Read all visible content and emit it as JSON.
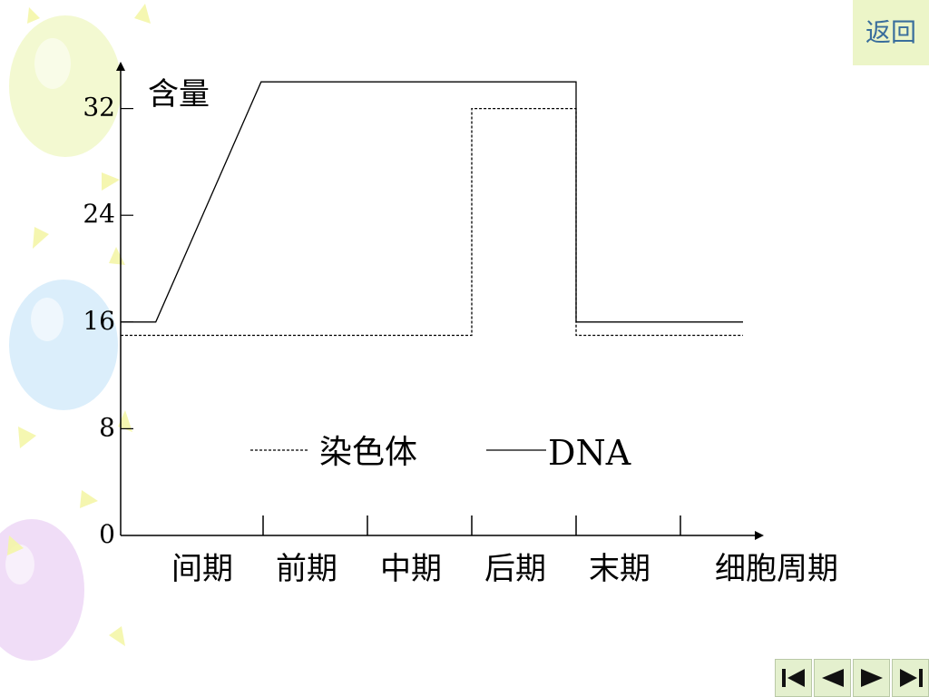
{
  "return_button": {
    "label": "返回"
  },
  "nav": {
    "items": [
      {
        "name": "first-slide",
        "icon": "first-slide-icon"
      },
      {
        "name": "previous-slide",
        "icon": "previous-slide-icon"
      },
      {
        "name": "next-slide",
        "icon": "next-slide-icon"
      },
      {
        "name": "last-slide",
        "icon": "last-slide-icon"
      }
    ]
  },
  "colors": {
    "return_bg": "#ecf5c8",
    "return_text": "#3a6e9c",
    "nav_bg": "#e4f0ce",
    "icon": "#111111"
  },
  "chart_data": {
    "type": "line",
    "ylabel": "含量",
    "xlabel": "细胞周期",
    "yticks": [
      0,
      8,
      16,
      24,
      32
    ],
    "ylim": [
      0,
      34
    ],
    "xlim": [
      0,
      6
    ],
    "categories": [
      "间期",
      "前期",
      "中期",
      "后期",
      "末期"
    ],
    "series": [
      {
        "name": "染色体",
        "style": "dashed",
        "points": [
          [
            0,
            15
          ],
          [
            3,
            15
          ],
          [
            3,
            32
          ],
          [
            4,
            32
          ],
          [
            4,
            15
          ],
          [
            5.6,
            15
          ]
        ]
      },
      {
        "name": "DNA",
        "style": "solid",
        "points": [
          [
            0,
            16
          ],
          [
            0.3,
            16
          ],
          [
            1.2,
            34
          ],
          [
            4,
            34
          ],
          [
            4,
            16
          ],
          [
            5.6,
            16
          ]
        ]
      }
    ],
    "legend": "center"
  }
}
